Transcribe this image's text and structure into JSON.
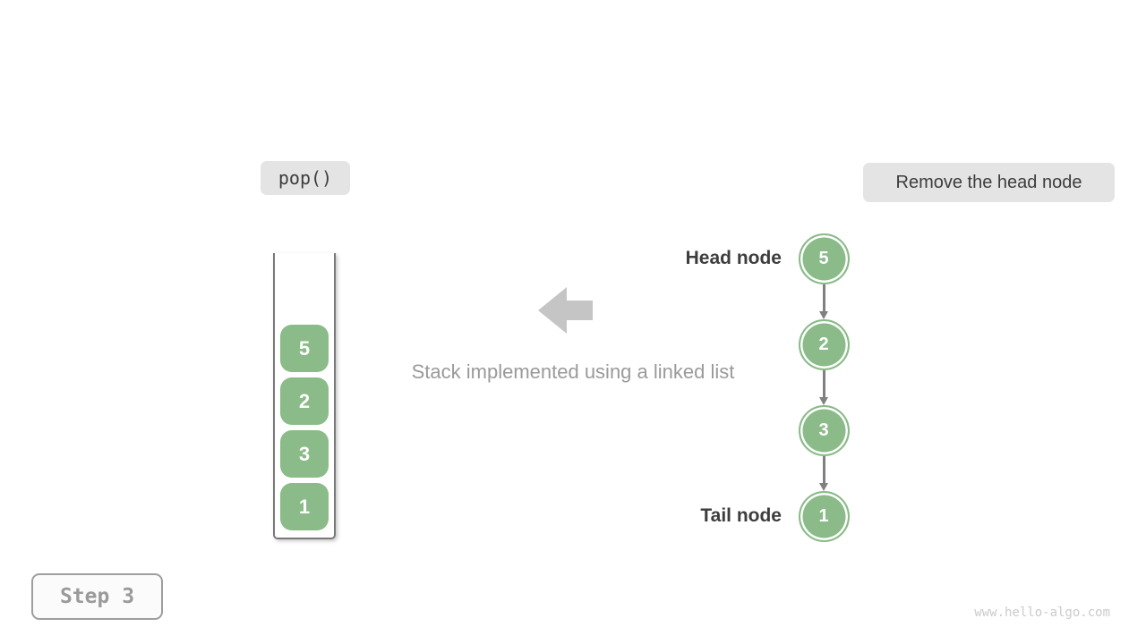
{
  "labels": {
    "operation": "pop()",
    "description": "Remove the head node",
    "middle_caption": "Stack implemented using a linked list",
    "head_node": "Head node",
    "tail_node": "Tail node",
    "step": "Step 3",
    "watermark": "www.hello-algo.com"
  },
  "stack": {
    "items_top_to_bottom": [
      "5",
      "2",
      "3",
      "1"
    ]
  },
  "linked_list": {
    "nodes_head_to_tail": [
      "5",
      "2",
      "3",
      "1"
    ]
  },
  "colors": {
    "node_green": "#8abb88",
    "label_box_bg": "#e4e4e4",
    "dark_text": "#3d3d3d",
    "gray_text": "#9a9a9a",
    "arrow_gray": "#808080",
    "block_arrow_gray": "#c5c5c5",
    "container_border": "#787878",
    "watermark_gray": "#cbcbcb"
  }
}
